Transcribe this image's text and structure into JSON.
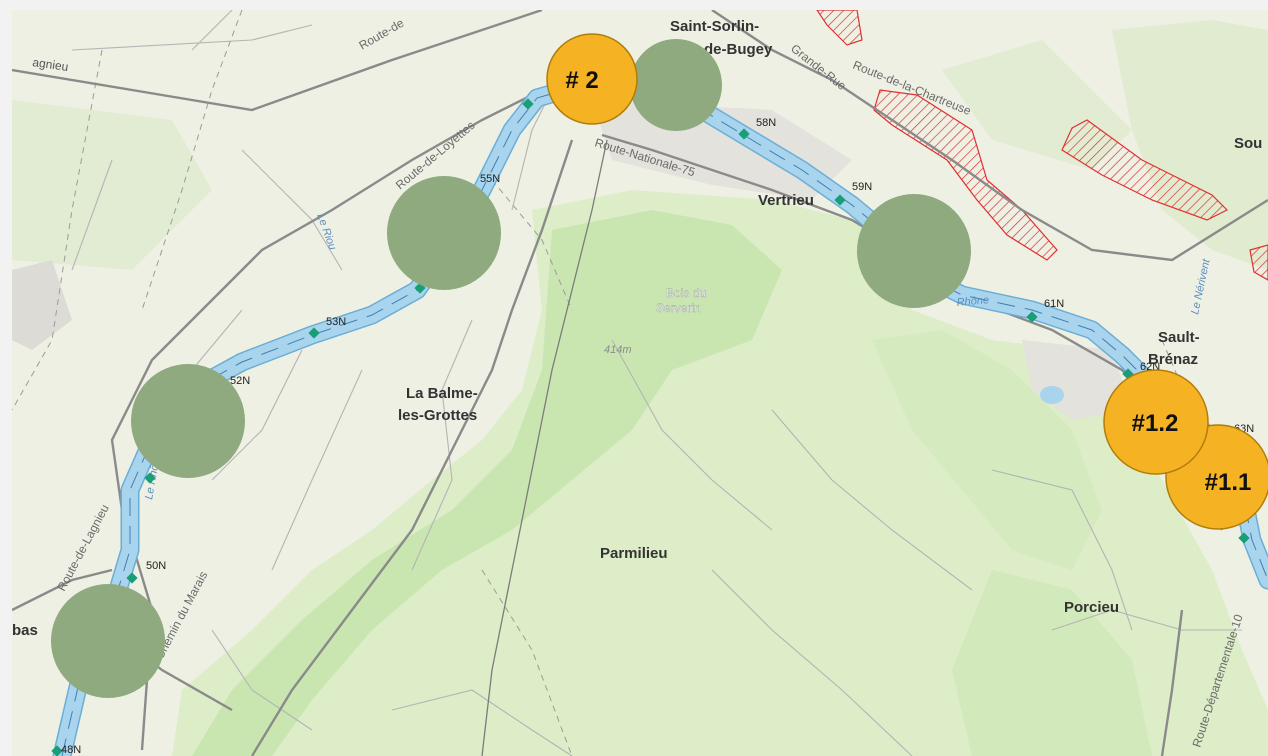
{
  "map": {
    "colors": {
      "land": "#eef0e4",
      "forest": "#c9e6b1",
      "forest_light": "#dcedc8",
      "river": "#a9d4ee",
      "river_edge": "#6aaed6",
      "road": "#9a9a9a",
      "road_major": "#7c7c7c",
      "marker": "#1a9e78",
      "cluster": "#8eaa7e",
      "badge": "#f5b324",
      "badge_border": "#b07d0a",
      "hatch": "#e03030"
    },
    "places": {
      "saint_sorlin_1": "Saint-Sorlin-",
      "saint_sorlin_2": "de-Bugey",
      "vertrieu": "Vertrieu",
      "la_balme_1": "La Balme-",
      "la_balme_2": "les-Grottes",
      "parmilieu": "Parmilieu",
      "porcieu": "Porcieu",
      "sault_1": "Sault-",
      "sault_2": "Brénaz",
      "bois_1": "Bois du",
      "bois_2": "Serverin",
      "elevation": "414m",
      "sou": "Sou",
      "bas": "bas",
      "lagnieu": "agnieu"
    },
    "roads": {
      "route_de_loyettes": "Route-de-Loyettes",
      "route_nationale_75": "Route-Nationale-75",
      "grande_rue": "Grande-Rue",
      "route_de_la_chartreuse": "Route-de-la-Chartreuse",
      "route_de_lagnieu": "Route-de-Lagnieu",
      "chemin_du_marais": "Chemin du Marais",
      "route_departementale": "Route-Départementale-10",
      "route_de": "Route-de",
      "le_rhone": "Le Rhône",
      "le_riou": "Le Riou",
      "le_nerivent": "Le Nérivent",
      "rhone": "Rhône"
    },
    "kilometer_markers": [
      "48N",
      "50N",
      "52N",
      "53N",
      "55N",
      "58N",
      "59N",
      "61N",
      "62N",
      "63N"
    ],
    "badges": [
      {
        "label": "# 2"
      },
      {
        "label": "#1.2"
      },
      {
        "label": "#1.1"
      }
    ]
  }
}
